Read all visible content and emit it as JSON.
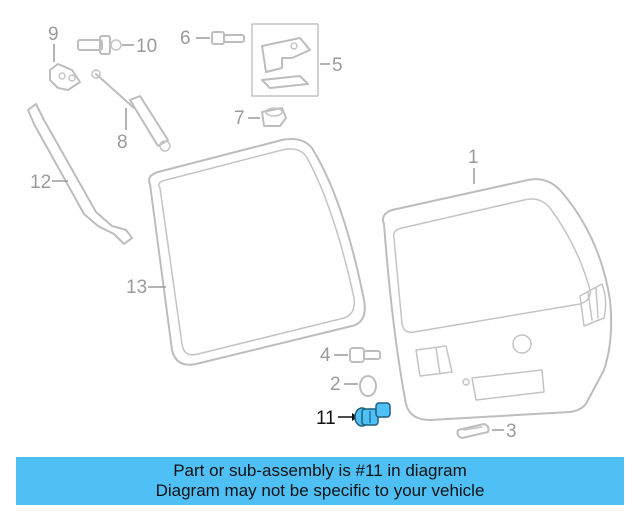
{
  "callouts": {
    "c1": "1",
    "c2": "2",
    "c3": "3",
    "c4": "4",
    "c5": "5",
    "c6": "6",
    "c7": "7",
    "c8": "8",
    "c9": "9",
    "c10": "10",
    "c11": "11",
    "c12": "12",
    "c13": "13"
  },
  "highlight": {
    "part_number": "11",
    "color": "#4fc0f5"
  },
  "banner": {
    "line1": "Part or sub-assembly is #11 in diagram",
    "line2": "Diagram may not be specific to your vehicle",
    "background": "#4fc0f5"
  }
}
